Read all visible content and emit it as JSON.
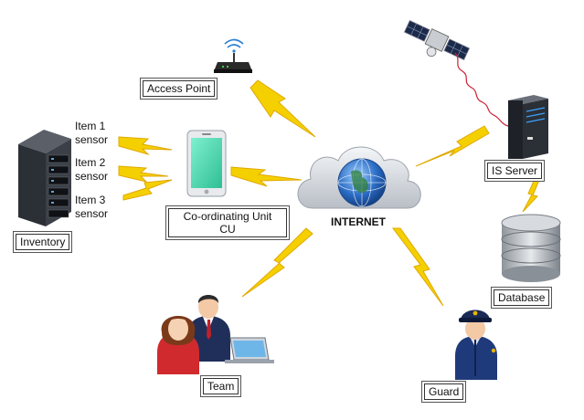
{
  "labels": {
    "access_point": "Access Point",
    "coordinating_unit": [
      "Co-ordinating Unit",
      "CU"
    ],
    "inventory": "Inventory",
    "team": "Team",
    "guard": "Guard",
    "is_server": "IS Server",
    "database": "Database",
    "internet": "INTERNET"
  },
  "sensors": [
    {
      "line1": "Item 1",
      "line2": "sensor"
    },
    {
      "line1": "Item 2",
      "line2": "sensor"
    },
    {
      "line1": "Item 3",
      "line2": "sensor"
    }
  ],
  "colors": {
    "lightning": "#f5d000",
    "lightning_edge": "#e0a800",
    "cloud": "#d9dde2",
    "globe": "#2a6bc4",
    "phone": "#4fd6b0",
    "server": "#2b2f36",
    "guard_uniform": "#1f3a7a"
  },
  "icons": [
    "satellite-icon",
    "wifi-router-icon",
    "server-rack-icon",
    "smartphone-icon",
    "cloud-globe-icon",
    "server-tower-icon",
    "database-icon",
    "people-laptop-icon",
    "guard-icon",
    "lightning-bolt-icon"
  ]
}
